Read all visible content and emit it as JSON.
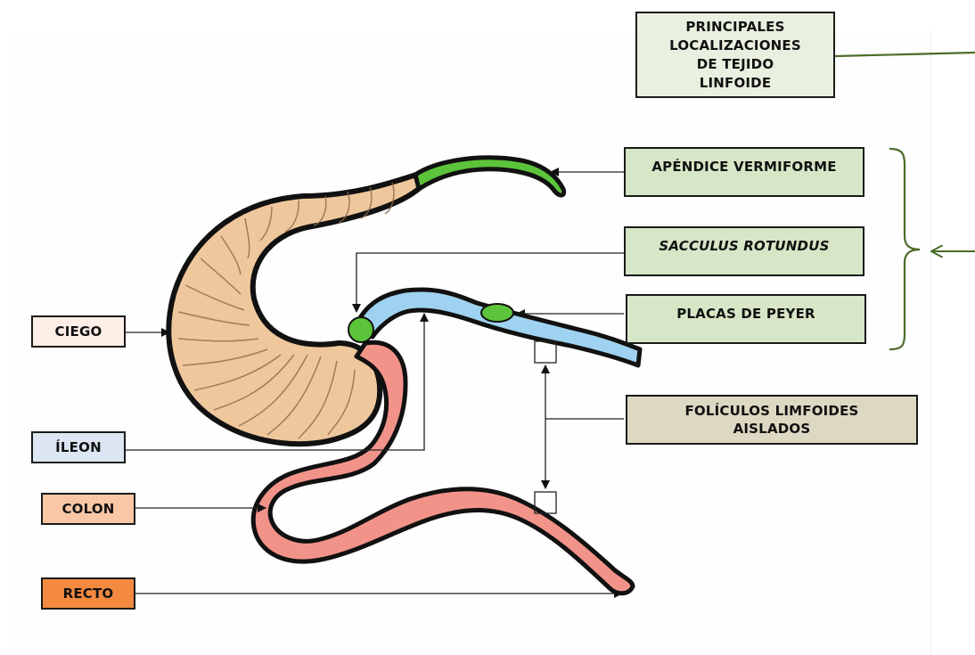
{
  "title": "PRINCIPALES\nLOCALIZACIONES\nDE TEJIDO\nLINFOIDE",
  "labels": {
    "apendice": "APÉNDICE VERMIFORME",
    "sacculus": "SACCULUS ROTUNDUS",
    "placas": "PLACAS DE PEYER",
    "foliculos": "FOLÍCULOS LIMFOIDES\nAISLADOS",
    "ciego": "CIEGO",
    "ileon": "ÍLEON",
    "colon": "COLON",
    "recto": "RECTO"
  },
  "colors": {
    "cecum": "#efc79c",
    "appendix_green": "#5cc43a",
    "ileum_blue": "#9fd2f0",
    "colon_pink": "#f2938a",
    "bracket_green": "#4b6b2a"
  }
}
